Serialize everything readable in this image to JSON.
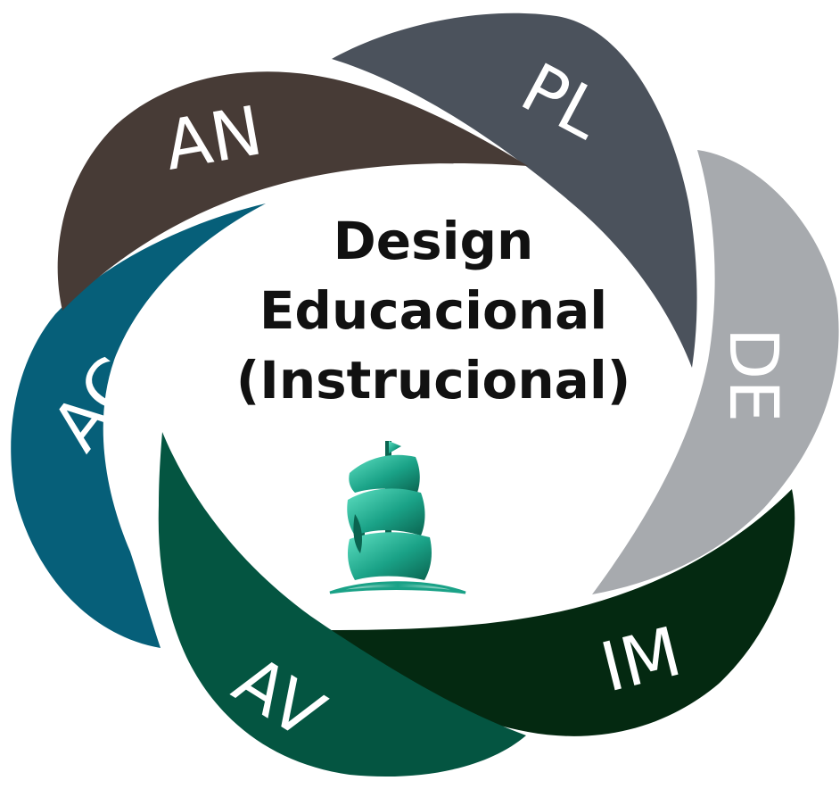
{
  "center": {
    "title_line1": "Design",
    "title_line2": "Educacional",
    "title_line3": "(Instrucional)"
  },
  "petals": [
    {
      "id": "pl",
      "label": "PL",
      "color": "#4b525c"
    },
    {
      "id": "de",
      "label": "DE",
      "color": "#a7aaae"
    },
    {
      "id": "im",
      "label": "IM",
      "color": "#042911"
    },
    {
      "id": "av",
      "label": "AV",
      "color": "#045541"
    },
    {
      "id": "ac",
      "label": "AC",
      "color": "#065f79"
    },
    {
      "id": "an",
      "label": "AN",
      "color": "#473b36"
    }
  ],
  "logo": {
    "icon": "sailing-ship-icon",
    "colors": {
      "light": "#5fe0c2",
      "mid": "#1aa287",
      "dark": "#0a6450"
    }
  }
}
